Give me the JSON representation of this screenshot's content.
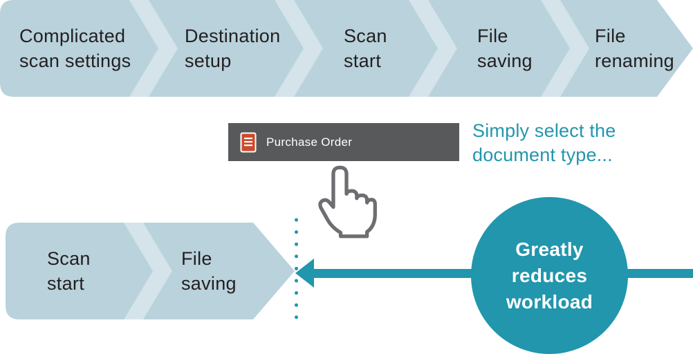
{
  "colors": {
    "band": "#b9d2dc",
    "chevron_separator": "#d5e4ea",
    "teal": "#2196ad",
    "button_bg": "#58595b",
    "doc_icon_red": "#cc4a2d",
    "text_dark": "#231f20",
    "hand_gray": "#6d6e71",
    "white": "#ffffff"
  },
  "top_flow": {
    "steps": [
      {
        "label": "Complicated\nscan settings"
      },
      {
        "label": "Destination\nsetup"
      },
      {
        "label": "Scan\nstart"
      },
      {
        "label": "File\nsaving"
      },
      {
        "label": "File\nrenaming"
      }
    ]
  },
  "document_type_button": {
    "icon": "document-icon",
    "label": "Purchase Order"
  },
  "caption": {
    "text": "Simply select the\ndocument type..."
  },
  "bottom_flow": {
    "steps": [
      {
        "label": "Scan\nstart"
      },
      {
        "label": "File\nsaving"
      }
    ]
  },
  "workload_badge": {
    "text": "Greatly\nreduces\nworkload"
  }
}
